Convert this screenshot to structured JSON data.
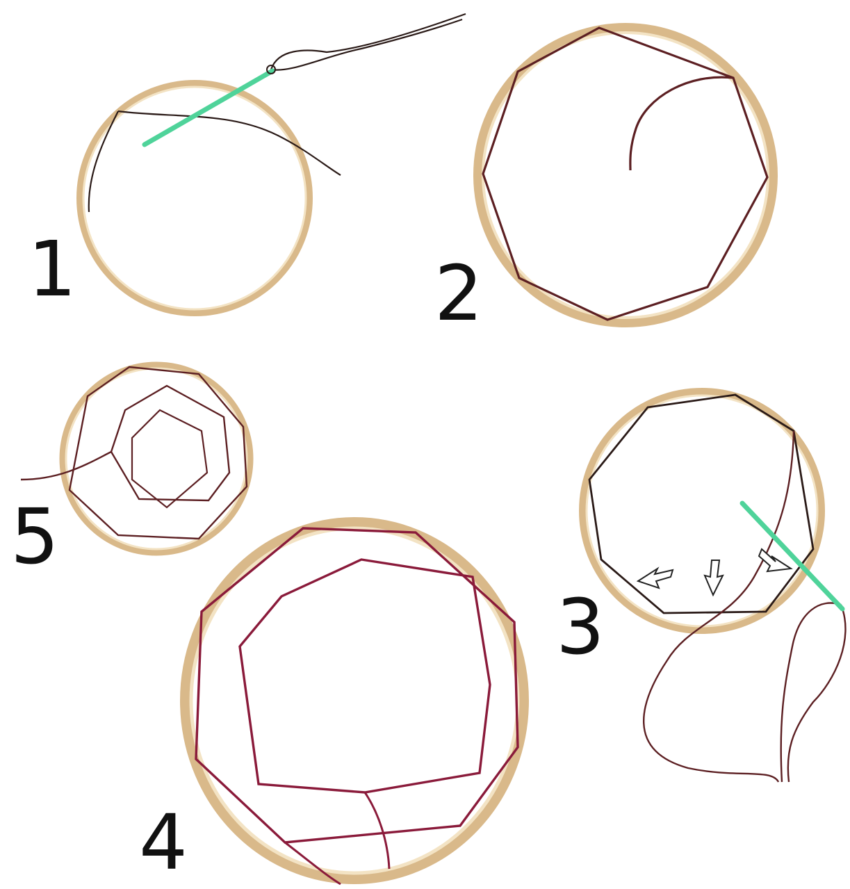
{
  "steps": [
    {
      "id": "step-1",
      "label": "1"
    },
    {
      "id": "step-2",
      "label": "2"
    },
    {
      "id": "step-3",
      "label": "3"
    },
    {
      "id": "step-4",
      "label": "4"
    },
    {
      "id": "step-5",
      "label": "5"
    }
  ],
  "colors": {
    "hoop_outer": "#d9b98a",
    "hoop_inner": "#f3e3c4",
    "thread_dark": "#2a1a17",
    "thread_brown": "#5c1f22",
    "thread_red": "#8a1a3a",
    "needle": "#4fd39a",
    "arrow_fill": "#ffffff",
    "arrow_stroke": "#222222"
  }
}
